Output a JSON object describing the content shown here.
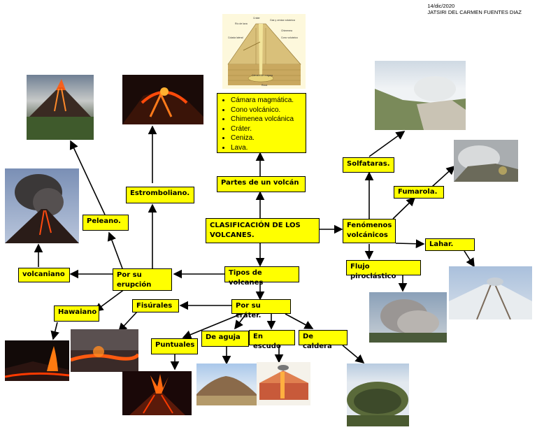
{
  "header": {
    "date": "14/dic/2020",
    "author": "JATSIRI DEL CARMEN FUENTES DIAZ"
  },
  "nodes": {
    "root": "CLASIFICACIÓN DE LOS VOLCANES.",
    "parts": "Partes de un volcán",
    "parts_list": [
      "Cámara magmática.",
      "Cono volcánico.",
      "Chimenea volcánica",
      "Cráter.",
      "Ceniza.",
      "Lava."
    ],
    "types": "Tipos de volcanes",
    "by_eruption": "Por su erupción",
    "by_crater": "Por su cráter.",
    "estromboliano": "Estromboliano.",
    "peleano": "Peleano.",
    "vulcaniano": "volcaniano",
    "hawaiano": "Hawaiano",
    "fisurales": "Fisúrales",
    "puntuales": "Puntuales",
    "aguja": "De aguja",
    "escudo": "En escudo",
    "caldera": "De caldera",
    "phenomena": "Fenómenos volcánicos",
    "solfataras": "Solfataras.",
    "fumarola": "Fumarola.",
    "lahar": "Lahar.",
    "flujo": "Flujo piroclástico"
  },
  "diagram_labels": [
    "Cráter",
    "Gas y ceniza volcánica",
    "Río de lava",
    "Chimenea",
    "Cono volcánico",
    "Colada lateral",
    "Cámara de magma",
    "Roca"
  ],
  "colors": {
    "box": "#ffff00",
    "border": "#000000"
  }
}
